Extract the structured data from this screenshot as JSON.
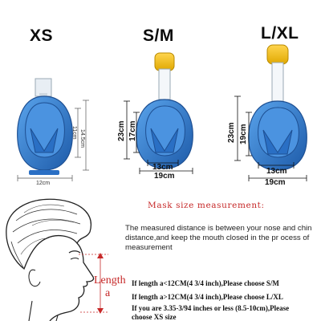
{
  "sizes": [
    {
      "label": "XS",
      "dims": {
        "height": "14.5cm",
        "inner_height": "11cm",
        "width": "12cm"
      }
    },
    {
      "label": "S/M",
      "dims": {
        "height": "23cm",
        "inner_height": "17cm",
        "width_inner": "13cm",
        "width": "19cm"
      }
    },
    {
      "label": "L/XL",
      "dims": {
        "height": "23cm",
        "inner_height": "19cm",
        "width_inner": "13cm",
        "width": "19cm"
      }
    }
  ],
  "measurement": {
    "heading": "Mask size measurement:",
    "description": "The measured distance is between your nose and chin distance,and keep the mouth closed in the pr ocess of measurement",
    "length_label_line1": "Length",
    "length_label_line2": "a",
    "rules": [
      "If length a<12CM(4 3/4 inch),Please choose S/M",
      "If length a>12CM(4 3/4 inch),Please choose L/XL",
      "If you are 3.35-3/94 inches or less (8.5-10cm),Please",
      "choose XS size"
    ]
  },
  "colors": {
    "mask_blue": "#2f7fd9",
    "mask_dark": "#1d5aa8",
    "snorkel_yellow": "#f2c230",
    "accent_red": "#c62828"
  }
}
